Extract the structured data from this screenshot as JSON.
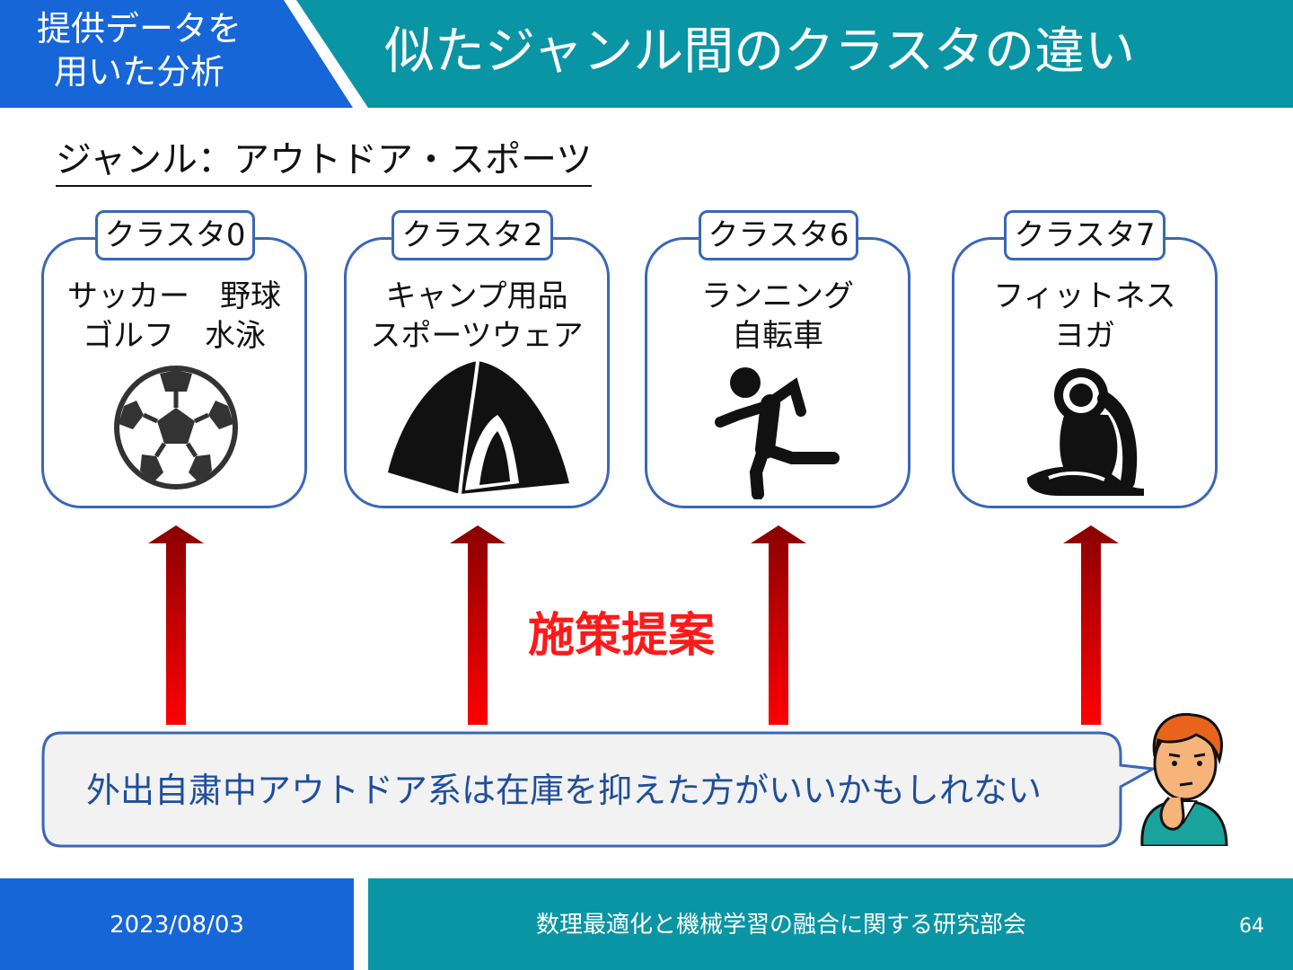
{
  "header": {
    "badge_line1": "提供データを",
    "badge_line2": "用いた分析",
    "title": "似たジャンル間のクラスタの違い"
  },
  "genre_label": "ジャンル：アウトドア・スポーツ",
  "clusters": [
    {
      "tag": "クラスタ0",
      "line1": "サッカー　野球",
      "line2": "ゴルフ　水泳",
      "icon": "soccer-ball-icon"
    },
    {
      "tag": "クラスタ2",
      "line1": "キャンプ用品",
      "line2": "スポーツウェア",
      "icon": "tent-icon"
    },
    {
      "tag": "クラスタ6",
      "line1": "ランニング",
      "line2": "自転車",
      "icon": "runner-icon"
    },
    {
      "tag": "クラスタ7",
      "line1": "フィットネス",
      "line2": "ヨガ",
      "icon": "yoga-icon"
    }
  ],
  "proposal_label": "施策提案",
  "speech_text": "外出自粛中アウトドア系は在庫を抑えた方がいいかもしれない",
  "footer": {
    "date": "2023/08/03",
    "title": "数理最適化と機械学習の融合に関する研究部会",
    "page": "64"
  },
  "colors": {
    "header_blue": "#1666d8",
    "header_teal": "#0a95a5",
    "card_border": "#3a67b7",
    "arrow_red": "#ee0000",
    "proposal_red": "#ff1a1a",
    "speech_text": "#1f4e9c"
  }
}
